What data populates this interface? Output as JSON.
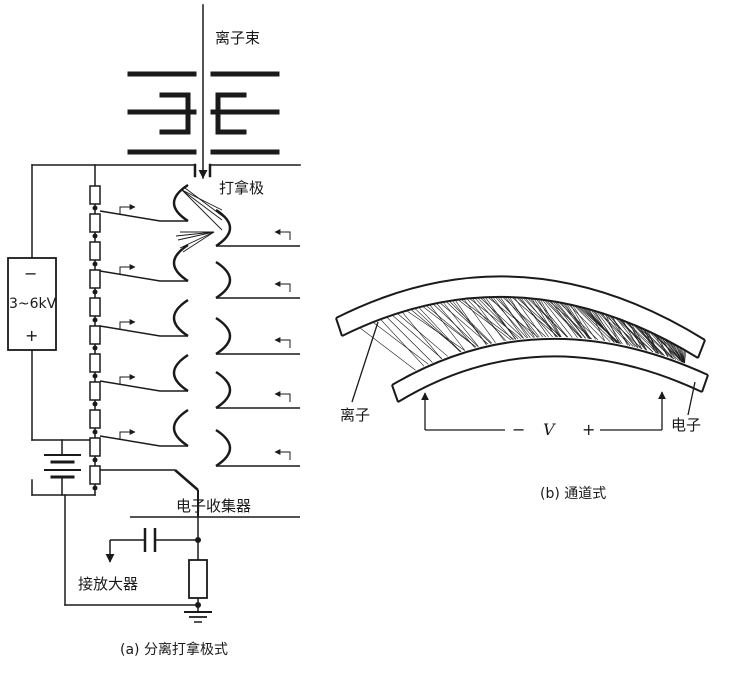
{
  "labels": {
    "ion_beam": "离子束",
    "dynode": "打拿极",
    "voltage": "3~6kV",
    "minus": "−",
    "plus": "+",
    "electron_collector": "电子收集器",
    "amplifier": "接放大器",
    "caption_a": "(a) 分离打拿极式",
    "ion": "离子",
    "electron": "电子",
    "v_minus": "−",
    "v_symbol": "V",
    "v_plus": "+",
    "caption_b": "(b) 通道式"
  }
}
